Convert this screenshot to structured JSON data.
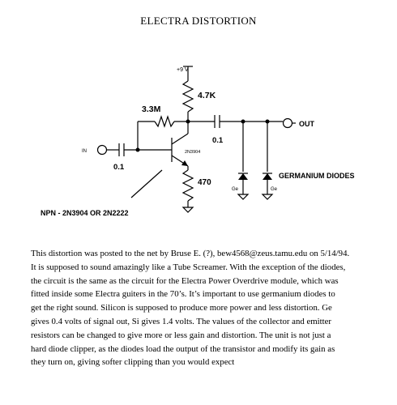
{
  "title": "ELECTRA DISTORTION",
  "schematic": {
    "supply": "+9 V",
    "r_collector": "4.7K",
    "r_feedback": "3.3M",
    "c_out": "0.1",
    "output": "OUT",
    "input": "IN",
    "c_in": "0.1",
    "transistor": "2N3904",
    "r_emitter": "470",
    "diodes": "GERMANIUM DIODES",
    "diode_left": "Ge",
    "diode_right": "Ge",
    "npn_note": "NPN - 2N3904 OR 2N2222"
  },
  "description": {
    "lines": [
      "This distortion was posted to the net by Bruse E. (?), bew4568@zeus.tamu.edu on 5/14/94.",
      "It is supposed to sound amazingly like a Tube Screamer. With the exception of the diodes,",
      "the circuit is the same as the circuit for the Electra Power Overdrive module, which was",
      "fitted inside some Electra guiters in the 70’s. It’s important to use germanium diodes to",
      "get the right sound. Silicon is supposed to produce more power and less distortion. Ge",
      "gives 0.4 volts of signal out, Si gives 1.4 volts. The values of the collector and emitter",
      "resistors can be changed to give more or less gain and distortion. The unit is not just a",
      "hard diode clipper, as the diodes load the output of the transistor and modify its gain as",
      "they turn on, giving softer clipping than you would expect"
    ]
  }
}
